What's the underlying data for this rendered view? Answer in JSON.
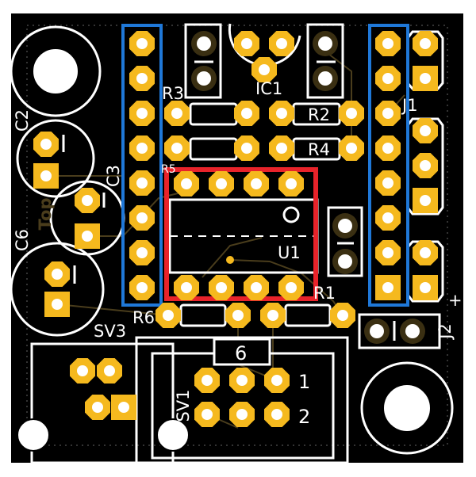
{
  "board": {
    "colors": {
      "board": "#000000",
      "pad": "#f5b91e",
      "silk": "#ffffff",
      "highlight_red": "#e8232a",
      "highlight_blue": "#1f78d8",
      "via_ring": "#3a2f12"
    },
    "labels": {
      "c2": "C2",
      "c3": "C3",
      "c6": "C6",
      "r1": "R1",
      "r2": "R2",
      "r3": "R3",
      "r4": "R4",
      "r5": "R5",
      "r6": "R6",
      "ic1": "IC1",
      "u1": "U1",
      "j1": "J1",
      "j2": "J2",
      "sv1": "SV1",
      "sv3": "SV3",
      "sv1_key": "6",
      "sv1_pin1": "1",
      "sv1_pin2": "2",
      "plus": "+",
      "top_layer": "Top"
    }
  }
}
